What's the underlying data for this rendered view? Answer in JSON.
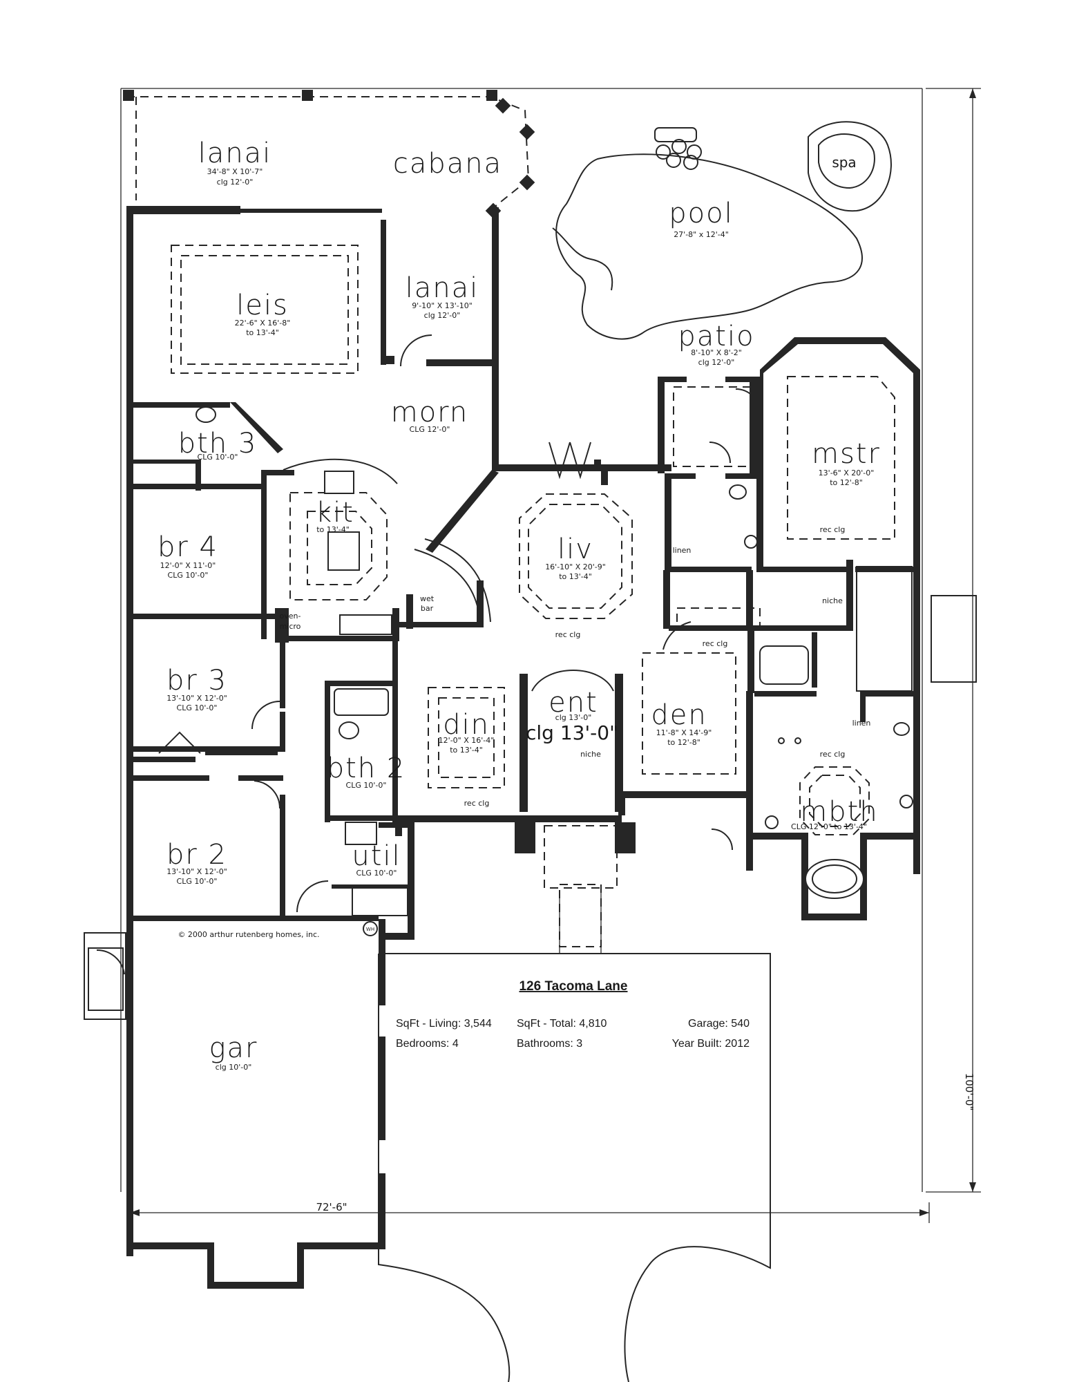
{
  "rooms": {
    "lanai_top": {
      "name": "lanai",
      "dims": "34'-8\" X 10'-7\"",
      "clg": "clg 12'-0\""
    },
    "cabana": {
      "name": "cabana"
    },
    "pool": {
      "name": "pool",
      "dims": "27'-8\" x 12'-4\""
    },
    "spa": {
      "name": "spa"
    },
    "leis": {
      "name": "leis",
      "dims": "22'-6\" X 16'-8\"",
      "clg": "to 13'-4\""
    },
    "lanai_mid": {
      "name": "lanai",
      "dims": "9'-10\" X 13'-10\"",
      "clg": "clg 12'-0\""
    },
    "patio": {
      "name": "patio",
      "dims": "8'-10\" X 8'-2\"",
      "clg": "clg 12'-0\""
    },
    "morn": {
      "name": "morn",
      "clg": "CLG 12'-0\""
    },
    "bth3": {
      "name": "bth 3",
      "clg": "CLG 10'-0\""
    },
    "kit": {
      "name": "kit",
      "clg": "to 13'-4\""
    },
    "mstr": {
      "name": "mstr",
      "dims": "13'-6\" X 20'-0\"",
      "clg": "to 12'-8\"",
      "note": "rec clg"
    },
    "br4": {
      "name": "br 4",
      "dims": "12'-0\" X 11'-0\"",
      "clg": "CLG 10'-0\""
    },
    "liv": {
      "name": "liv",
      "dims": "16'-10\" X 20'-9\"",
      "clg": "to 13'-4\"",
      "note": "rec clg"
    },
    "wetbar": {
      "line1": "wet",
      "line2": "bar"
    },
    "linen1": {
      "name": "linen"
    },
    "oven": {
      "line1": "oven-",
      "line2": "micro"
    },
    "niche_mstr": {
      "name": "niche"
    },
    "br3": {
      "name": "br 3",
      "dims": "13'-10\" X 12'-0\"",
      "clg": "CLG 10'-0\""
    },
    "den": {
      "name": "den",
      "dims": "11'-8\" X 14'-9\"",
      "clg": "to 12'-8\"",
      "note": "rec clg"
    },
    "din": {
      "name": "din",
      "dims": "12'-0\" X 16'-4\"",
      "clg": "to 13'-4\"",
      "note": "rec clg"
    },
    "ent": {
      "name": "ent",
      "clg1": "clg 13'-0\"",
      "clg2": "clg 13'-0\"",
      "niche": "niche"
    },
    "bth2": {
      "name": "bth 2",
      "clg": "CLG 10'-0\""
    },
    "linen2": {
      "name": "linen"
    },
    "mbth": {
      "name": "mbth",
      "clg": "CLG 12'-0\" to 13'-4\"",
      "note": "rec clg"
    },
    "br2": {
      "name": "br 2",
      "dims": "13'-10\" X 12'-0\"",
      "clg": "CLG 10'-0\""
    },
    "util": {
      "name": "util",
      "clg": "CLG 10'-0\""
    },
    "gar": {
      "name": "gar",
      "clg": "clg 10'-0\""
    }
  },
  "copyright": "© 2000 arthur rutenberg homes, inc.",
  "wh_label": "WH",
  "dimensions": {
    "width": "72'-6\"",
    "depth": "100'-0\""
  },
  "info": {
    "title": "126 Tacoma Lane",
    "sqft_living": "SqFt - Living: 3,544",
    "sqft_total": "SqFt - Total: 4,810",
    "garage": "Garage: 540",
    "bedrooms": "Bedrooms: 4",
    "bathrooms": "Bathrooms: 3",
    "year_built": "Year Built: 2012"
  }
}
